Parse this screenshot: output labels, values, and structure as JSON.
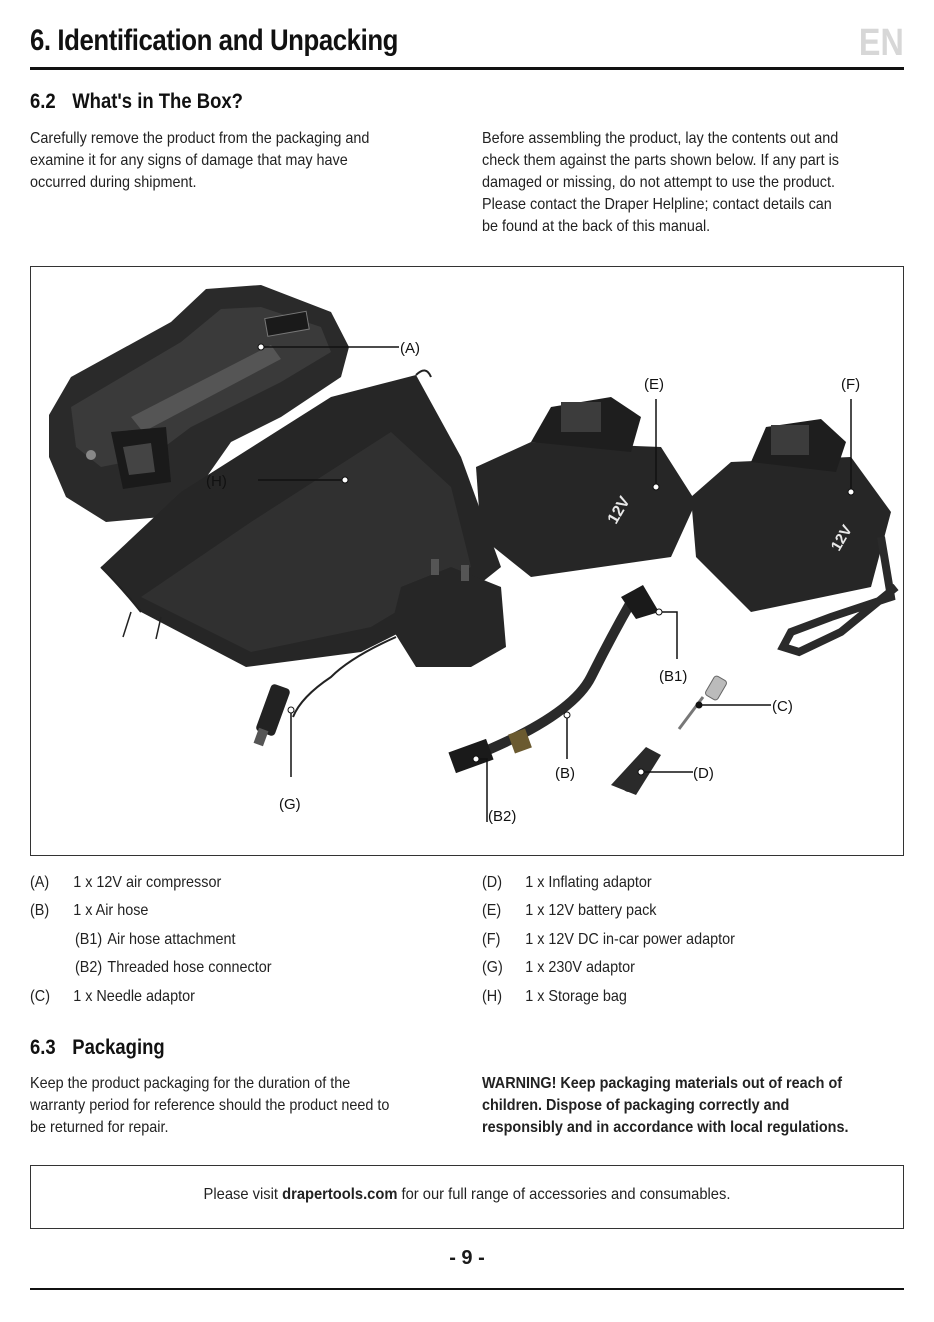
{
  "header": {
    "title": "6. Identification and Unpacking",
    "lang": "EN"
  },
  "section_62": {
    "number": "6.2",
    "title": "What's in The Box?",
    "left_lines": [
      "Carefully remove the product from the packaging and",
      "examine it for any signs of damage that may have",
      "occurred during shipment."
    ],
    "right_lines": [
      "Before assembling the product, lay the contents out and",
      "check them against the parts shown below. If any part is",
      "damaged or missing, do not attempt to use the product.",
      "Please contact the Draper Helpline; contact details can",
      "be found at the back of this manual."
    ]
  },
  "figure": {
    "labels": {
      "A": "(A)",
      "B": "(B)",
      "B1": "(B1)",
      "B2": "(B2)",
      "C": "(C)",
      "D": "(D)",
      "E": "(E)",
      "F": "(F)",
      "G": "(G)",
      "H": "(H)"
    },
    "battery_label": "12V"
  },
  "parts": {
    "left": [
      {
        "code": "(A)",
        "text": "1 x 12V air compressor"
      },
      {
        "code": "(B)",
        "text": "1 x Air hose"
      },
      {
        "code": "(B1)",
        "text": "Air hose attachment"
      },
      {
        "code": "(B2)",
        "text": "Threaded hose connector"
      },
      {
        "code": "(C)",
        "text": "1 x Needle adaptor"
      }
    ],
    "right": [
      {
        "code": "(D)",
        "text": "1 x Inflating adaptor"
      },
      {
        "code": "(E)",
        "text": "1 x 12V battery pack"
      },
      {
        "code": "(F)",
        "text": "1 x 12V DC in-car power adaptor"
      },
      {
        "code": "(G)",
        "text": "1 x 230V adaptor"
      },
      {
        "code": "(H)",
        "text": "1 x Storage bag"
      }
    ]
  },
  "section_63": {
    "number": "6.3",
    "title": "Packaging",
    "left_lines": [
      "Keep the product packaging for the duration of the",
      "warranty period for reference should the product need to",
      "be returned for repair."
    ],
    "warning_lines": [
      "WARNING! Keep packaging materials out of reach of",
      "children. Dispose of packaging correctly and",
      "responsibly and in accordance with local regulations."
    ]
  },
  "footer_box": {
    "prefix": "Please visit ",
    "link": "drapertools.com",
    "suffix": " for our full range of accessories and consumables."
  },
  "page_number": "- 9 -"
}
